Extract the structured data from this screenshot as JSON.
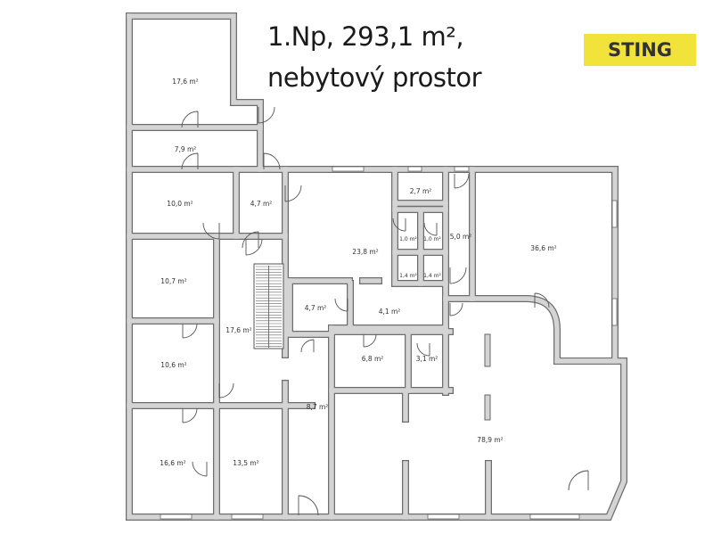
{
  "title": {
    "line1": "1.Np, 293,1 m², ",
    "line2": "nebytový prostor"
  },
  "brand": {
    "label": "STING",
    "color": "#f2e33a"
  },
  "rooms": [
    {
      "label": "17,6 m²"
    },
    {
      "label": "7,9 m²"
    },
    {
      "label": "10,0 m²"
    },
    {
      "label": "4,7 m²"
    },
    {
      "label": "23,8 m²"
    },
    {
      "label": "2,7 m²"
    },
    {
      "label": "1,0 m²"
    },
    {
      "label": "1,0 m²"
    },
    {
      "label": "5,0 m²"
    },
    {
      "label": "36,6 m²"
    },
    {
      "label": "1,4 m²"
    },
    {
      "label": "1,4 m²"
    },
    {
      "label": "10,7 m²"
    },
    {
      "label": "4,7 m²"
    },
    {
      "label": "4,1 m²"
    },
    {
      "label": "17,6 m²"
    },
    {
      "label": "6,8 m²"
    },
    {
      "label": "3,1 m²"
    },
    {
      "label": "10,6 m²"
    },
    {
      "label": "8,7 m²"
    },
    {
      "label": "78,9 m²"
    },
    {
      "label": "16,6 m²"
    },
    {
      "label": "13,5 m²"
    }
  ]
}
